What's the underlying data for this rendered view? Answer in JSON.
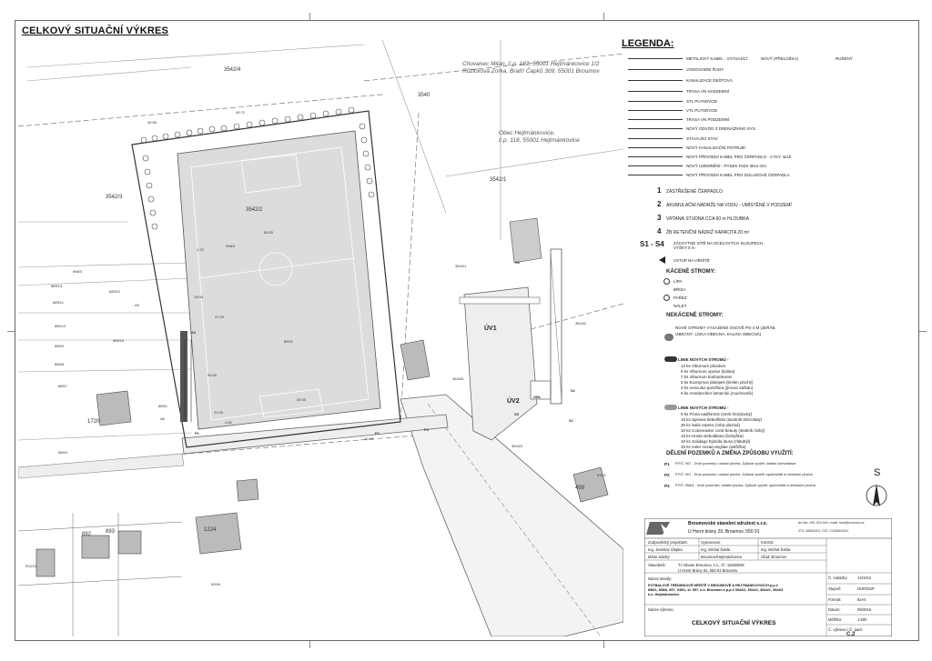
{
  "title": "CELKOVÝ SITUAČNÍ VÝKRES",
  "legend": {
    "title": "LEGENDA:",
    "lines": [
      {
        "label": "METALICKÝ KABEL - STÁVAJÍCÍ",
        "extra": "NOVÝ (PŘELOŽKA)",
        "extra2": "RUŠENÝ"
      },
      {
        "label": "VODOVODNÍ ŘADY"
      },
      {
        "label": "KANALIZACE DEŠŤOVÁ"
      },
      {
        "label": "TRASA VN NADZEMNÍ"
      },
      {
        "label": "STL PLYNOVOD"
      },
      {
        "label": "VTL PLYNOVOD"
      },
      {
        "label": "TRASA VN PODZEMNÍ"
      },
      {
        "label": "NOVÝ ODVOD Z DRENÁŽNÍHO SYS."
      },
      {
        "label": "STÁVAJÍCÍ STAV"
      },
      {
        "label": "NOVÝ KANALIZAČNÍ POTRUBÍ"
      },
      {
        "label": "NOVÝ PŘÍVODNÍ KABEL PRO ČERPADLO - CYKY 4x10"
      },
      {
        "label": "NOVÝ UZEMNĚNÍ - PÁSEK FeZn 30x4 mm"
      },
      {
        "label": "NOVÝ PŘÍVODNÍ KABEL PRO DOLADOVÉ ČERPADLA"
      }
    ],
    "numbered": [
      {
        "n": "1",
        "text": "ZASTŘEŠENÉ ČERPADLO"
      },
      {
        "n": "2",
        "text": "AKUMULAČNÍ NÁDRŽE NA VODU - UMÍSTĚNÉ V PODZEMÍ"
      },
      {
        "n": "3",
        "text": "VRTANÁ STUDNA CCA 60 m HLOUBKA"
      },
      {
        "n": "4",
        "text": "ŽB RETENČNÍ NÁDRŽ KAPACITA 20 m³"
      }
    ],
    "s_label": "S1 - S4",
    "s_text": "ZÁCHYTNÉ SÍTĚ NA OCELOVÝCH SLOUPECH VÝŠKY 6 m",
    "entry": "VSTUP NA HŘIŠTĚ",
    "cut_trees_title": "KÁCENÉ STROMY:",
    "cut_trees": [
      "LÍPA",
      "BŘÍZA",
      "PAŘEZ",
      "NÁLET"
    ],
    "not_cut_title": "NEKÁCENÉ STROMY:",
    "new_trees": "NOVÉ STROMY VYSAZENÉ OSOVĚ PO 4 M (JEŘÁB OBECNÝ, LÍSKA OBECNÁ, KALINA OBECNÁ)",
    "line1_title": "LINIE NOVÝCH STROMŮ -",
    "line1_items": [
      "12 ks  Viburnum plicatum",
      "6 ks  Viburnum opulus (kalina)",
      "7 ks  Viburnum bodnantense",
      "5 ks  Euonymus planipes (brslen plochý)",
      "4 ks  Aesculus parviflora (jírovec kaštan)",
      "6 ks  Amelanchier lamarckii (muchovník)"
    ],
    "line2_title": "LINIE NOVÝCH STROMŮ -",
    "line2_items": [
      "5 ks  Picea nadiformis (smrk hnízdovitý)",
      "15 ks  Spiraea bebelifolia (tavolník březolistý)",
      "20 ks  Salix repens (vrba plazivá)",
      "10 ks  Cotoneaster coral beauty (skalník nízký)",
      "15 ks  Hosta sieboldiana (bohyška)",
      "10 ks  Solidago hybrida laura (zlatobýl)",
      "15 ks  Aster novae-angliae (astřička)"
    ],
    "division_title": "DĚLENÍ POZEMKŮ A ZMĚNA ZPŮSOBU VYUŽITÍ:",
    "division": [
      {
        "tag": "P1",
        "text": "P.P.Č. 907 - Druh pozemku: ostatní plocha. Způsob využití: ostatní komunikace"
      },
      {
        "tag": "P2",
        "text": "P.P.Č. 907 - Druh pozemku: ostatní plocha. Způsob využití: sportoviště a rekreační plocha"
      },
      {
        "tag": "P3",
        "text": "P.P.Č. 908/4 - Druh pozemku: ostatní plocha. Způsob využití: sportoviště a rekreační plocha"
      }
    ]
  },
  "north": "S",
  "title_block": {
    "company": "Broumovské stavební sdružení s.r.o.",
    "address": "U Horní brány 29, Broumov, 550 01",
    "contact1": "tel./fax: 491 523 540, email: bss@broumov.cz",
    "contact2": "IČO: 46504301, DIČ: CZ46504301",
    "rows": [
      {
        "a": "Zodpovědný projektant:",
        "b": "Vypracoval:",
        "c": "Kontrol:"
      },
      {
        "a": "Ing. Jaroslav Šlapka",
        "b": "Ing. Michal Šalda",
        "c": "Ing. Michal Šalda"
      },
      {
        "a": "Místo stavby:",
        "b": "Broumov/Hejtmánkovice",
        "c": "Úřad: Broumov"
      },
      {
        "a": "Stavebník:",
        "b": "TJ Slovan Broumov, z.s., IČ: 15048628",
        "c": ""
      },
      {
        "a": "",
        "b": "U Horní Brány 61, 550 01 Broumov",
        "c": ""
      }
    ],
    "project_label": "Název stavby:",
    "project": "FOTBALOVÉ TRÉNINKOVÉ HŘIŠTĚ V BROUMOVĚ A HEJTMÁNKOVICÍCH p.p.č 898/1, 898/6, 897, 945/1, st. 957, k.ú. Broumov a p.p.č 3542/2, 3544/1, 3544/2, 3544/3 k.ú. Hejtmánkovice",
    "drawing_label": "Název výkresu:",
    "drawing": "CELKOVÝ SITUAČNÍ VÝKRES",
    "meta": [
      {
        "k": "Č. zakázky:",
        "v": "14/1012"
      },
      {
        "k": "Stupeň:",
        "v": "DUR/DSP"
      },
      {
        "k": "Formát:",
        "v": "6xA4"
      },
      {
        "k": "Datum:",
        "v": "09/2016"
      },
      {
        "k": "Měřítko:",
        "v": "1:500"
      },
      {
        "k": "Č. výkresu / Č. paré:",
        "v": "C.2"
      }
    ]
  },
  "plan": {
    "owner1": "Chovanec Milan, č.p. 182, 55001 Hejtmánkovice 1/2",
    "owner2": "Růžičková Zorka, Bratří Čapků 309, 55001 Broumov",
    "owner3": "Obec Hejtmánkovice,",
    "owner4": "č.p. 118, 55001 Hejtmánkovice",
    "parcels": [
      "3542/4",
      "3540",
      "3542/3",
      "3542/2",
      "3542/1",
      "998/4",
      "998/3",
      "889/13",
      "889/12",
      "889/11",
      "889/10",
      "889/9",
      "889/8",
      "889/15",
      "889/1",
      "889/7",
      "889/3",
      "890/1",
      "3544/1",
      "3544/2",
      "3544/3",
      "3544/5",
      "910/1",
      "900/6",
      "922/21"
    ],
    "buildings": [
      "1720",
      "892",
      "893",
      "1224",
      "459"
    ],
    "labels": [
      "ÚV1",
      "ÚV2",
      "OBL",
      "S1",
      "S2",
      "S3",
      "S4",
      "A5",
      "A6",
      "S5",
      "P1",
      "P2",
      "P3"
    ],
    "dims": [
      "49.72",
      "35.85",
      "55.00",
      "47.00",
      "30.00",
      "21.00",
      "95.00",
      "19.00",
      "10.00",
      "1.70",
      "4.00"
    ]
  },
  "colors": {
    "field": "#dcdcdc",
    "line": "#555555",
    "road": "#888888",
    "tree": "#4a4a4a"
  }
}
